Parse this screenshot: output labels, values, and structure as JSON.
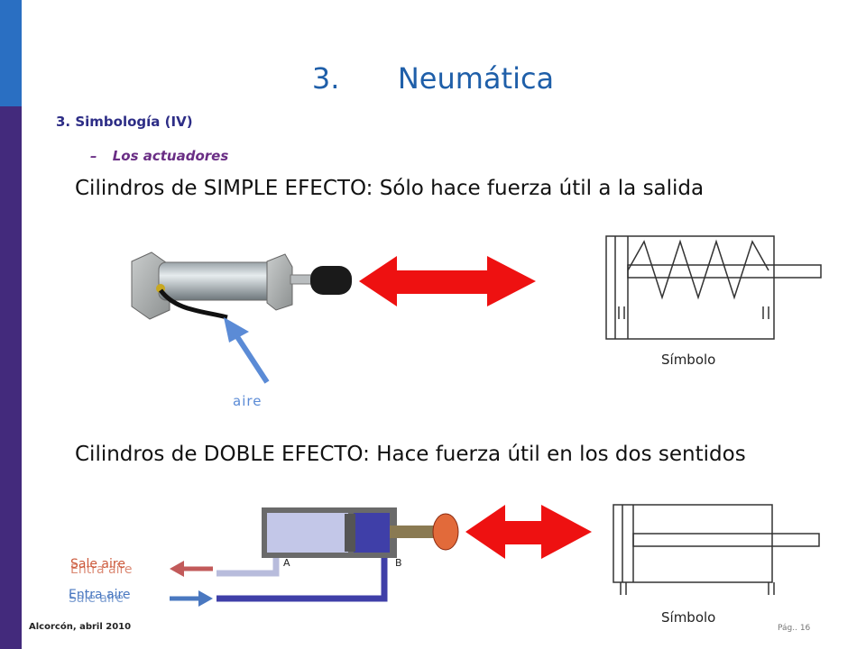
{
  "title": {
    "number": "3.",
    "text": "Neumática"
  },
  "outline": {
    "level1": "3.   Simbología (IV)",
    "level2_dash": "–",
    "level2": "Los actuadores"
  },
  "sections": [
    {
      "heading": "Cilindros de SIMPLE EFECTO: Sólo hace fuerza útil a la salida",
      "symbol_label": "Símbolo",
      "air_label": "aire"
    },
    {
      "heading": "Cilindros de DOBLE EFECTO: Hace fuerza útil en los dos sentidos",
      "symbol_label": "Símbolo",
      "port_A": "A",
      "port_B": "B",
      "port_labels_top": [
        "Sale aire",
        "Entra aire"
      ],
      "port_labels_bottom": [
        "Entra aire",
        "Sale aire"
      ]
    }
  ],
  "footer": {
    "left": "Alcorcón, abril 2010",
    "right": "Pág.. 16"
  },
  "colors": {
    "title": "#1f5fa9",
    "bar_blue": "#2a6fc2",
    "bar_purple": "#432a7c",
    "arrow_red": "#ee1111",
    "air_arrow": "#5b8bd6"
  }
}
